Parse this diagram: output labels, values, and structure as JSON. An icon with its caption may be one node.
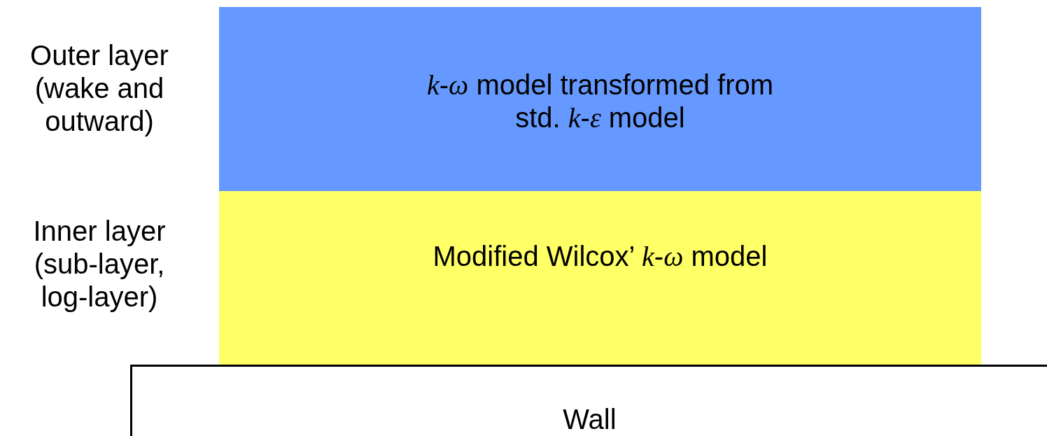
{
  "diagram": {
    "nodes": [
      {
        "text": [
          "*k*-*ω* model transformed from std. *k*-*ε* model"
        ],
        "beside": [
          "Outer layer (wake and outward)"
        ]
      },
      {
        "text": [
          "Modified Wilcox’ *k*-*ω* model"
        ],
        "beside": [
          "Inner layer (sub-layer, log-layer)"
        ]
      },
      {
        "text": [
          "Wall"
        ]
      }
    ]
  }
}
